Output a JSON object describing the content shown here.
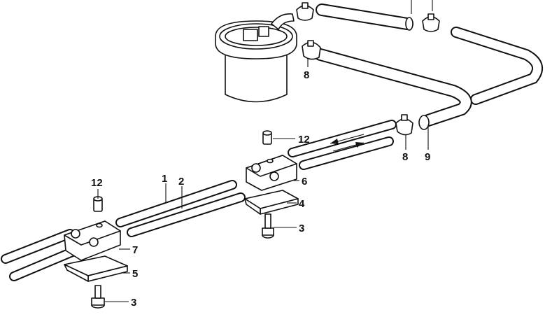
{
  "diagram": {
    "callouts": [
      {
        "id": "c1",
        "label": "1"
      },
      {
        "id": "c2",
        "label": "2"
      },
      {
        "id": "c3a",
        "label": "3"
      },
      {
        "id": "c3b",
        "label": "3"
      },
      {
        "id": "c4",
        "label": "4"
      },
      {
        "id": "c5",
        "label": "5"
      },
      {
        "id": "c6",
        "label": "6"
      },
      {
        "id": "c7",
        "label": "7"
      },
      {
        "id": "c8a",
        "label": "8"
      },
      {
        "id": "c8b",
        "label": "8"
      },
      {
        "id": "c9",
        "label": "9"
      },
      {
        "id": "c12a",
        "label": "12"
      },
      {
        "id": "c12b",
        "label": "12"
      }
    ]
  }
}
